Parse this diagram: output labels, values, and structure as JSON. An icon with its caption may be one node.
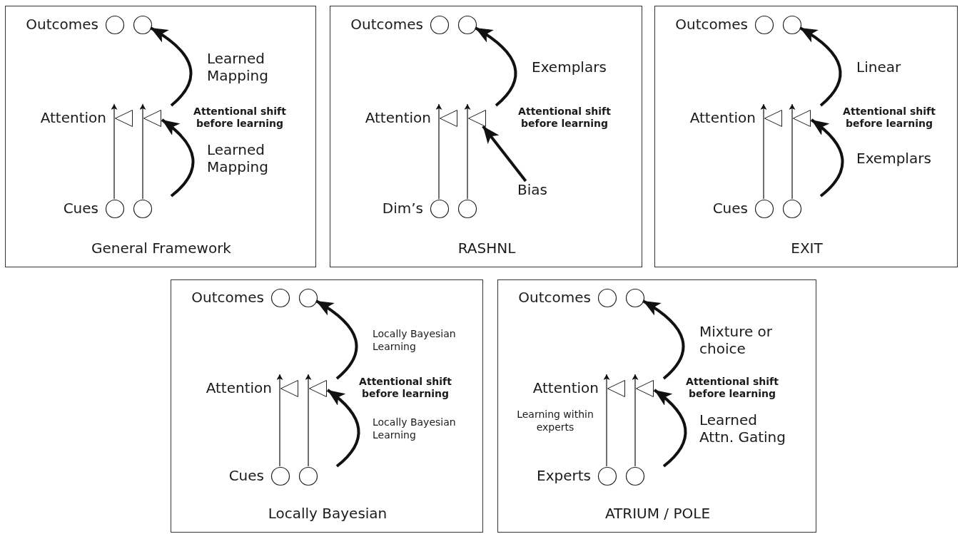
{
  "diagram": {
    "nodes": [
      {
        "text": [
          "General Framework"
        ]
      },
      {
        "text": [],
        "shape": "circle",
        "in": 0,
        "beside": [
          "Outcomes"
        ]
      },
      {
        "text": [],
        "shape": "circle",
        "in": 0
      },
      {
        "text": [],
        "shape": "triangle",
        "in": 0,
        "beside": [
          "Attention"
        ]
      },
      {
        "text": [],
        "shape": "triangle",
        "in": 0,
        "beside": [
          "Attentional shift before learning"
        ]
      },
      {
        "text": [],
        "shape": "circle",
        "in": 0,
        "beside": [
          "Cues"
        ]
      },
      {
        "text": [],
        "shape": "circle",
        "in": 0
      },
      {
        "text": [
          "RASHNL"
        ]
      },
      {
        "text": [],
        "shape": "circle",
        "in": 7,
        "beside": [
          "Outcomes"
        ]
      },
      {
        "text": [],
        "shape": "circle",
        "in": 7
      },
      {
        "text": [],
        "shape": "triangle",
        "in": 7,
        "beside": [
          "Attention"
        ]
      },
      {
        "text": [],
        "shape": "triangle",
        "in": 7,
        "beside": [
          "Attentional shift before learning"
        ]
      },
      {
        "text": [],
        "shape": "circle",
        "in": 7,
        "beside": [
          "Dim’s"
        ]
      },
      {
        "text": [],
        "shape": "circle",
        "in": 7
      },
      {
        "text": [
          "Bias"
        ],
        "in": 7
      },
      {
        "text": [
          "EXIT"
        ]
      },
      {
        "text": [],
        "shape": "circle",
        "in": 15,
        "beside": [
          "Outcomes"
        ]
      },
      {
        "text": [],
        "shape": "circle",
        "in": 15
      },
      {
        "text": [],
        "shape": "triangle",
        "in": 15,
        "beside": [
          "Attention"
        ]
      },
      {
        "text": [],
        "shape": "triangle",
        "in": 15,
        "beside": [
          "Attentional shift before learning"
        ]
      },
      {
        "text": [],
        "shape": "circle",
        "in": 15,
        "beside": [
          "Cues"
        ]
      },
      {
        "text": [],
        "shape": "circle",
        "in": 15
      },
      {
        "text": [
          "Locally Bayesian"
        ]
      },
      {
        "text": [],
        "shape": "circle",
        "in": 22,
        "beside": [
          "Outcomes"
        ]
      },
      {
        "text": [],
        "shape": "circle",
        "in": 22
      },
      {
        "text": [],
        "shape": "triangle",
        "in": 22,
        "beside": [
          "Attention"
        ]
      },
      {
        "text": [],
        "shape": "triangle",
        "in": 22,
        "beside": [
          "Attentional shift before learning"
        ]
      },
      {
        "text": [],
        "shape": "circle",
        "in": 22,
        "beside": [
          "Cues"
        ]
      },
      {
        "text": [],
        "shape": "circle",
        "in": 22
      },
      {
        "text": [
          "ATRIUM / POLE"
        ]
      },
      {
        "text": [],
        "shape": "circle",
        "in": 29,
        "beside": [
          "Outcomes"
        ]
      },
      {
        "text": [],
        "shape": "circle",
        "in": 29
      },
      {
        "text": [],
        "shape": "triangle",
        "in": 29,
        "beside": [
          "Attention"
        ]
      },
      {
        "text": [],
        "shape": "triangle",
        "in": 29,
        "beside": [
          "Attentional shift before learning"
        ]
      },
      {
        "text": [],
        "shape": "circle",
        "in": 29,
        "beside": [
          "Experts"
        ]
      },
      {
        "text": [],
        "shape": "circle",
        "in": 29
      }
    ],
    "edges": [
      {
        "from": 5,
        "to": 3,
        "arrow": "to"
      },
      {
        "from": 6,
        "to": 4,
        "arrow": "to"
      },
      {
        "from": 4,
        "to": 2,
        "arrow": "to",
        "style": "thick",
        "label": "Learned Mapping"
      },
      {
        "from": null,
        "to": 4,
        "arrow": "to",
        "style": "thick",
        "label": "Learned Mapping"
      },
      {
        "from": 12,
        "to": 10,
        "arrow": "to"
      },
      {
        "from": 13,
        "to": 11,
        "arrow": "to"
      },
      {
        "from": 11,
        "to": 9,
        "arrow": "to",
        "style": "thick",
        "label": "Exemplars"
      },
      {
        "from": 14,
        "to": 11,
        "arrow": "to",
        "style": "thick"
      },
      {
        "from": 20,
        "to": 18,
        "arrow": "to"
      },
      {
        "from": 21,
        "to": 19,
        "arrow": "to"
      },
      {
        "from": 19,
        "to": 17,
        "arrow": "to",
        "style": "thick",
        "label": "Linear"
      },
      {
        "from": null,
        "to": 19,
        "arrow": "to",
        "style": "thick",
        "label": "Exemplars"
      },
      {
        "from": 27,
        "to": 25,
        "arrow": "to"
      },
      {
        "from": 28,
        "to": 26,
        "arrow": "to"
      },
      {
        "from": 26,
        "to": 24,
        "arrow": "to",
        "style": "thick",
        "label": "Locally Bayesian Learning"
      },
      {
        "from": null,
        "to": 26,
        "arrow": "to",
        "style": "thick",
        "label": "Locally Bayesian Learning"
      },
      {
        "from": 34,
        "to": 32,
        "arrow": "to",
        "label": "Learning within experts"
      },
      {
        "from": 35,
        "to": 33,
        "arrow": "to"
      },
      {
        "from": 33,
        "to": 31,
        "arrow": "to",
        "style": "thick",
        "label": "Mixture or choice"
      },
      {
        "from": null,
        "to": 33,
        "arrow": "to",
        "style": "thick",
        "label": "Learned Attn. Gating"
      }
    ]
  }
}
